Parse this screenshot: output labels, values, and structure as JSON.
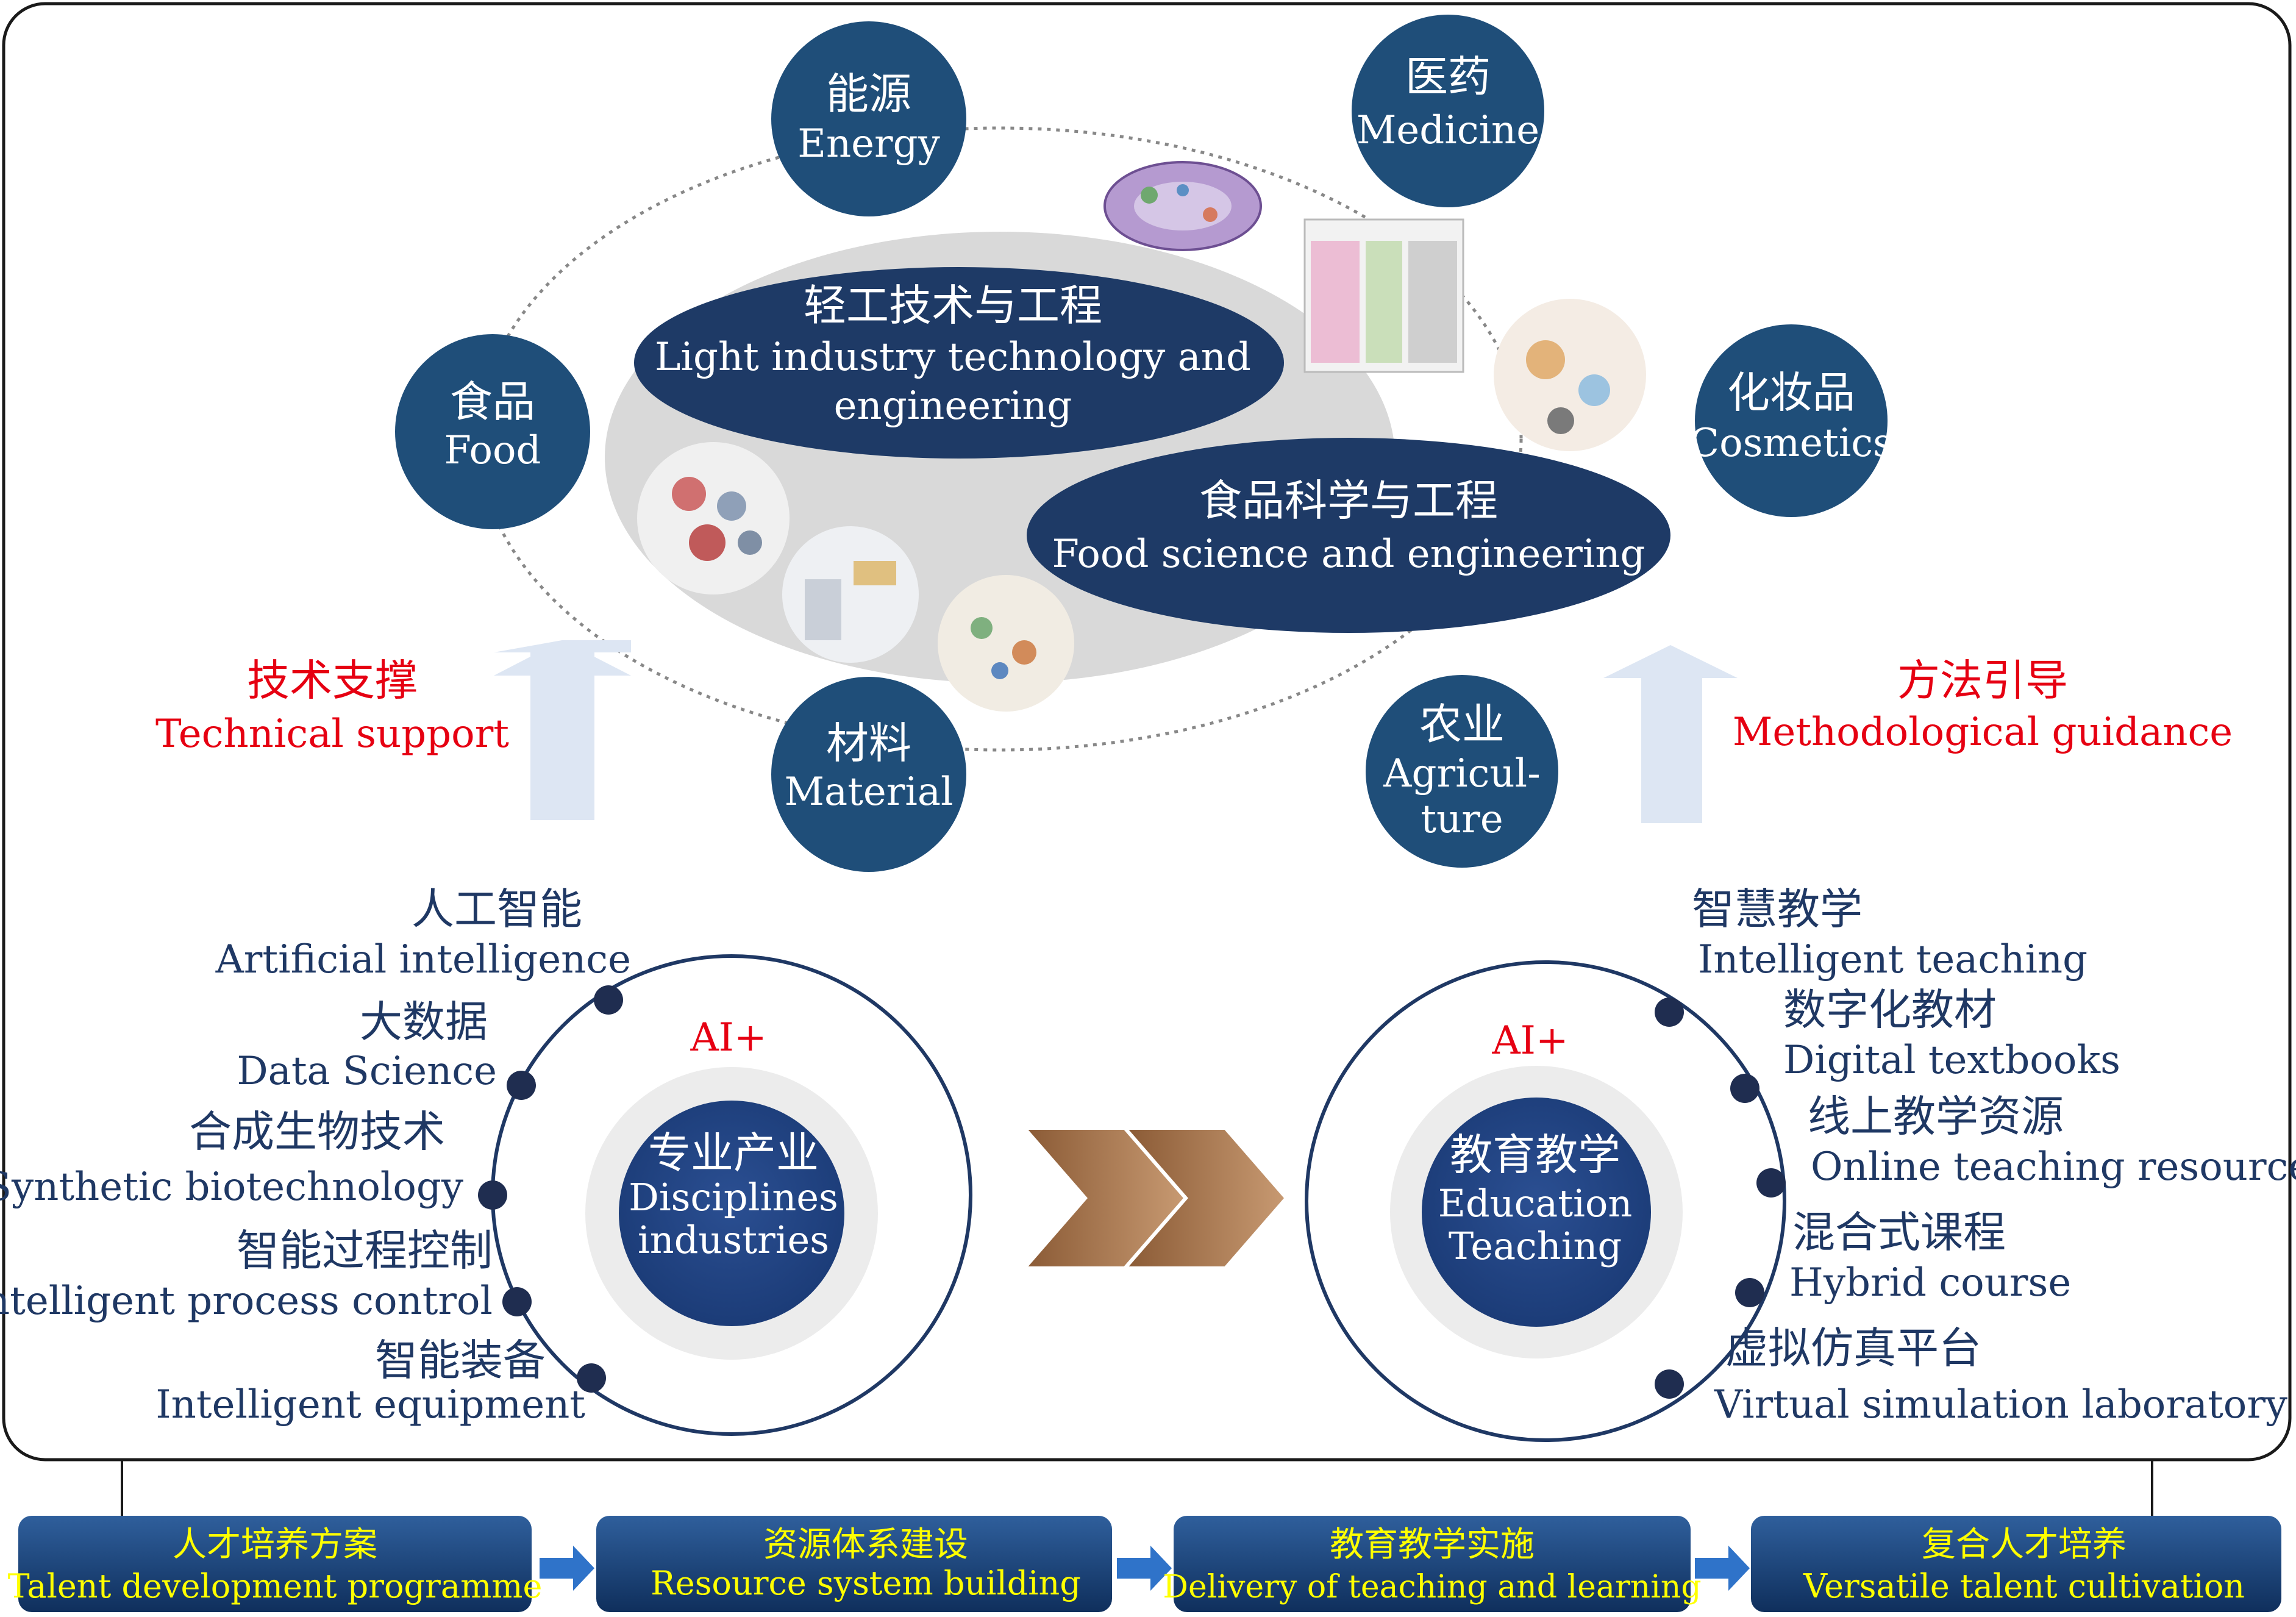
{
  "colors": {
    "node_fill": "#1f4e79",
    "ellipse_fill": "#1e3a66",
    "red_text": "#e60012",
    "navy_text": "#1f3864",
    "box_text": "#ffff00",
    "arrow_fill": "#dde6f3",
    "chevron": "#a57450",
    "hub_ring": "#ececec"
  },
  "nodes": {
    "energy": {
      "cn": "能源",
      "en": "Energy"
    },
    "medicine": {
      "cn": "医药",
      "en": "Medicine"
    },
    "food": {
      "cn": "食品",
      "en": "Food"
    },
    "cosmetics": {
      "cn": "化妆品",
      "en": "Cosmetics"
    },
    "material": {
      "cn": "材料",
      "en": "Material"
    },
    "agriculture": {
      "cn": "农业",
      "en1": "Agricul-",
      "en2": "ture"
    }
  },
  "disciplines": {
    "light": {
      "cn": "轻工技术与工程",
      "en1": "Light industry technology and",
      "en2": "engineering"
    },
    "food_sci": {
      "cn": "食品科学与工程",
      "en": "Food science and engineering"
    }
  },
  "support": {
    "technical": {
      "cn": "技术支撑",
      "en": "Technical support"
    },
    "method": {
      "cn": "方法引导",
      "en": "Methodological guidance"
    }
  },
  "left_hub": {
    "ai": "AI+",
    "cn": "专业产业",
    "en1": "Disciplines",
    "en2": "industries",
    "items": [
      {
        "cn": "人工智能",
        "en": "Artificial intelligence"
      },
      {
        "cn": "大数据",
        "en": "Data Science"
      },
      {
        "cn": "合成生物技术",
        "en": "Synthetic biotechnology"
      },
      {
        "cn": "智能过程控制",
        "en": "Intelligent process control"
      },
      {
        "cn": "智能装备",
        "en": "Intelligent equipment"
      }
    ]
  },
  "right_hub": {
    "ai": "AI+",
    "cn": "教育教学",
    "en1": "Education",
    "en2": "Teaching",
    "items": [
      {
        "cn": "智慧教学",
        "en": "Intelligent teaching"
      },
      {
        "cn": "数字化教材",
        "en": "Digital textbooks"
      },
      {
        "cn": "线上教学资源",
        "en": "Online teaching resources"
      },
      {
        "cn": "混合式课程",
        "en": "Hybrid course"
      },
      {
        "cn": "虚拟仿真平台",
        "en": "Virtual simulation laboratory"
      }
    ]
  },
  "process": [
    {
      "cn": "人才培养方案",
      "en": "Talent development programme"
    },
    {
      "cn": "资源体系建设",
      "en": "Resource system building"
    },
    {
      "cn": "教育教学实施",
      "en": "Delivery of teaching and learning"
    },
    {
      "cn": "复合人才培养",
      "en": "Versatile talent cultivation"
    }
  ]
}
